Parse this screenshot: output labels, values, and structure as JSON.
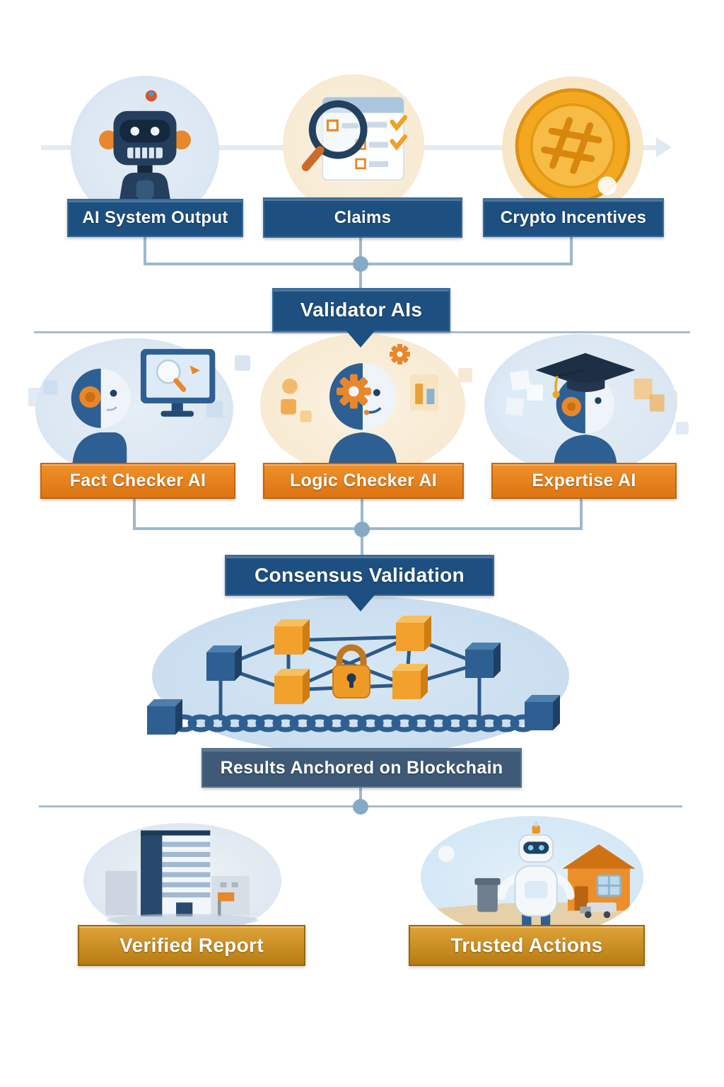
{
  "top_row": [
    {
      "label": "AI System Output",
      "icon": "robot-head-icon"
    },
    {
      "label": "Claims",
      "icon": "magnifier-checklist-icon"
    },
    {
      "label": "Crypto Incentives",
      "icon": "crypto-coin-icon"
    }
  ],
  "validator_box": {
    "label": "Validator AIs"
  },
  "validator_row": [
    {
      "label": "Fact Checker AI",
      "icon": "fact-checker-robot-icon"
    },
    {
      "label": "Logic Checker AI",
      "icon": "logic-checker-robot-icon"
    },
    {
      "label": "Expertise AI",
      "icon": "expertise-robot-icon"
    }
  ],
  "consensus_box": {
    "label": "Consensus Validation"
  },
  "blockchain": {
    "label": "Results Anchored on Blockchain",
    "icon": "blockchain-network-icon"
  },
  "bottom_row": [
    {
      "label": "Verified Report",
      "icon": "building-icon"
    },
    {
      "label": "Trusted Actions",
      "icon": "robot-house-icon"
    }
  ],
  "colors": {
    "dark_blue_label": "#1d4f80",
    "orange_label": "#e07c1e",
    "slate_label": "#3e5a77",
    "gold_label": "#c9861c",
    "connector": "#9db8cd",
    "consensus_ellipse": "#cbdff0",
    "light_circle": "#dce8f3",
    "cream_circle": "#f8ecd6",
    "cube_orange": "#f2a12c",
    "cube_blue": "#2e5f92",
    "lock_orange": "#f09a26"
  }
}
